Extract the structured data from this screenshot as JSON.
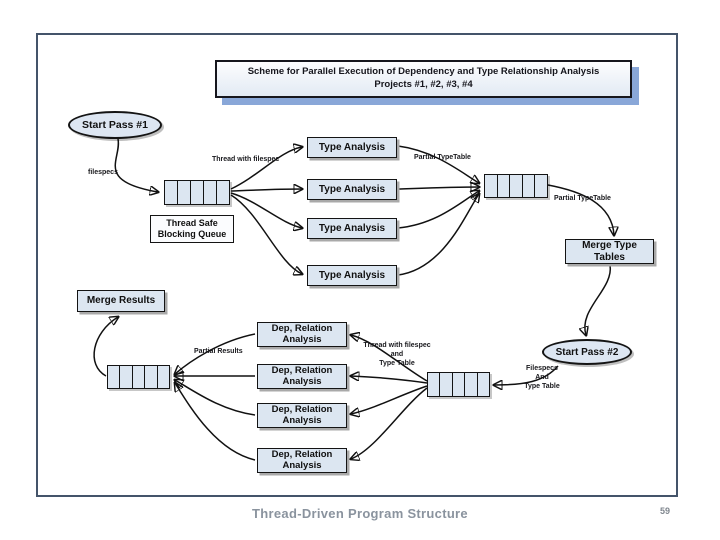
{
  "title": {
    "line1": "Scheme for Parallel Execution of Dependency and Type Relationship Analysis",
    "line2": "Projects #1, #2, #3, #4"
  },
  "diagram": {
    "start_pass_1": "Start Pass #1",
    "start_pass_2": "Start Pass #2",
    "filespecs": "filespecs",
    "thread_safe_blocking_queue": {
      "line1": "Thread Safe",
      "line2": "Blocking Queue"
    },
    "thread_with_filespec": "Thread with filespec",
    "partial_typetable_top": "Partial TypeTable",
    "partial_typetable_right": "Partial TypeTable",
    "type_boxes": [
      "Type Analysis",
      "Type Analysis",
      "Type Analysis",
      "Type Analysis"
    ],
    "merge_type_tables": {
      "line1": "Merge Type",
      "line2": "Tables"
    },
    "filespecs_and_type_table": {
      "line1": "Filespecs",
      "line2": "And",
      "line3": "Type Table"
    },
    "thread_with_filespec_and_type_table": {
      "line1": "Thread with filespec",
      "line2": "and",
      "line3": "Type Table"
    },
    "dep_boxes": [
      {
        "line1": "Dep, Relation",
        "line2": "Analysis"
      },
      {
        "line1": "Dep, Relation",
        "line2": "Analysis"
      },
      {
        "line1": "Dep, Relation",
        "line2": "Analysis"
      },
      {
        "line1": "Dep, Relation",
        "line2": "Analysis"
      }
    ],
    "partial_results": "Partial Results",
    "merge_results": "Merge Results"
  },
  "footer": {
    "caption": "Thread-Driven Program Structure",
    "page_number": "59"
  },
  "colors": {
    "slide_border": "#44546a",
    "box_fill": "#dce6f1",
    "title_shadow": "#89a7d8",
    "footer_text": "#8a939e"
  }
}
